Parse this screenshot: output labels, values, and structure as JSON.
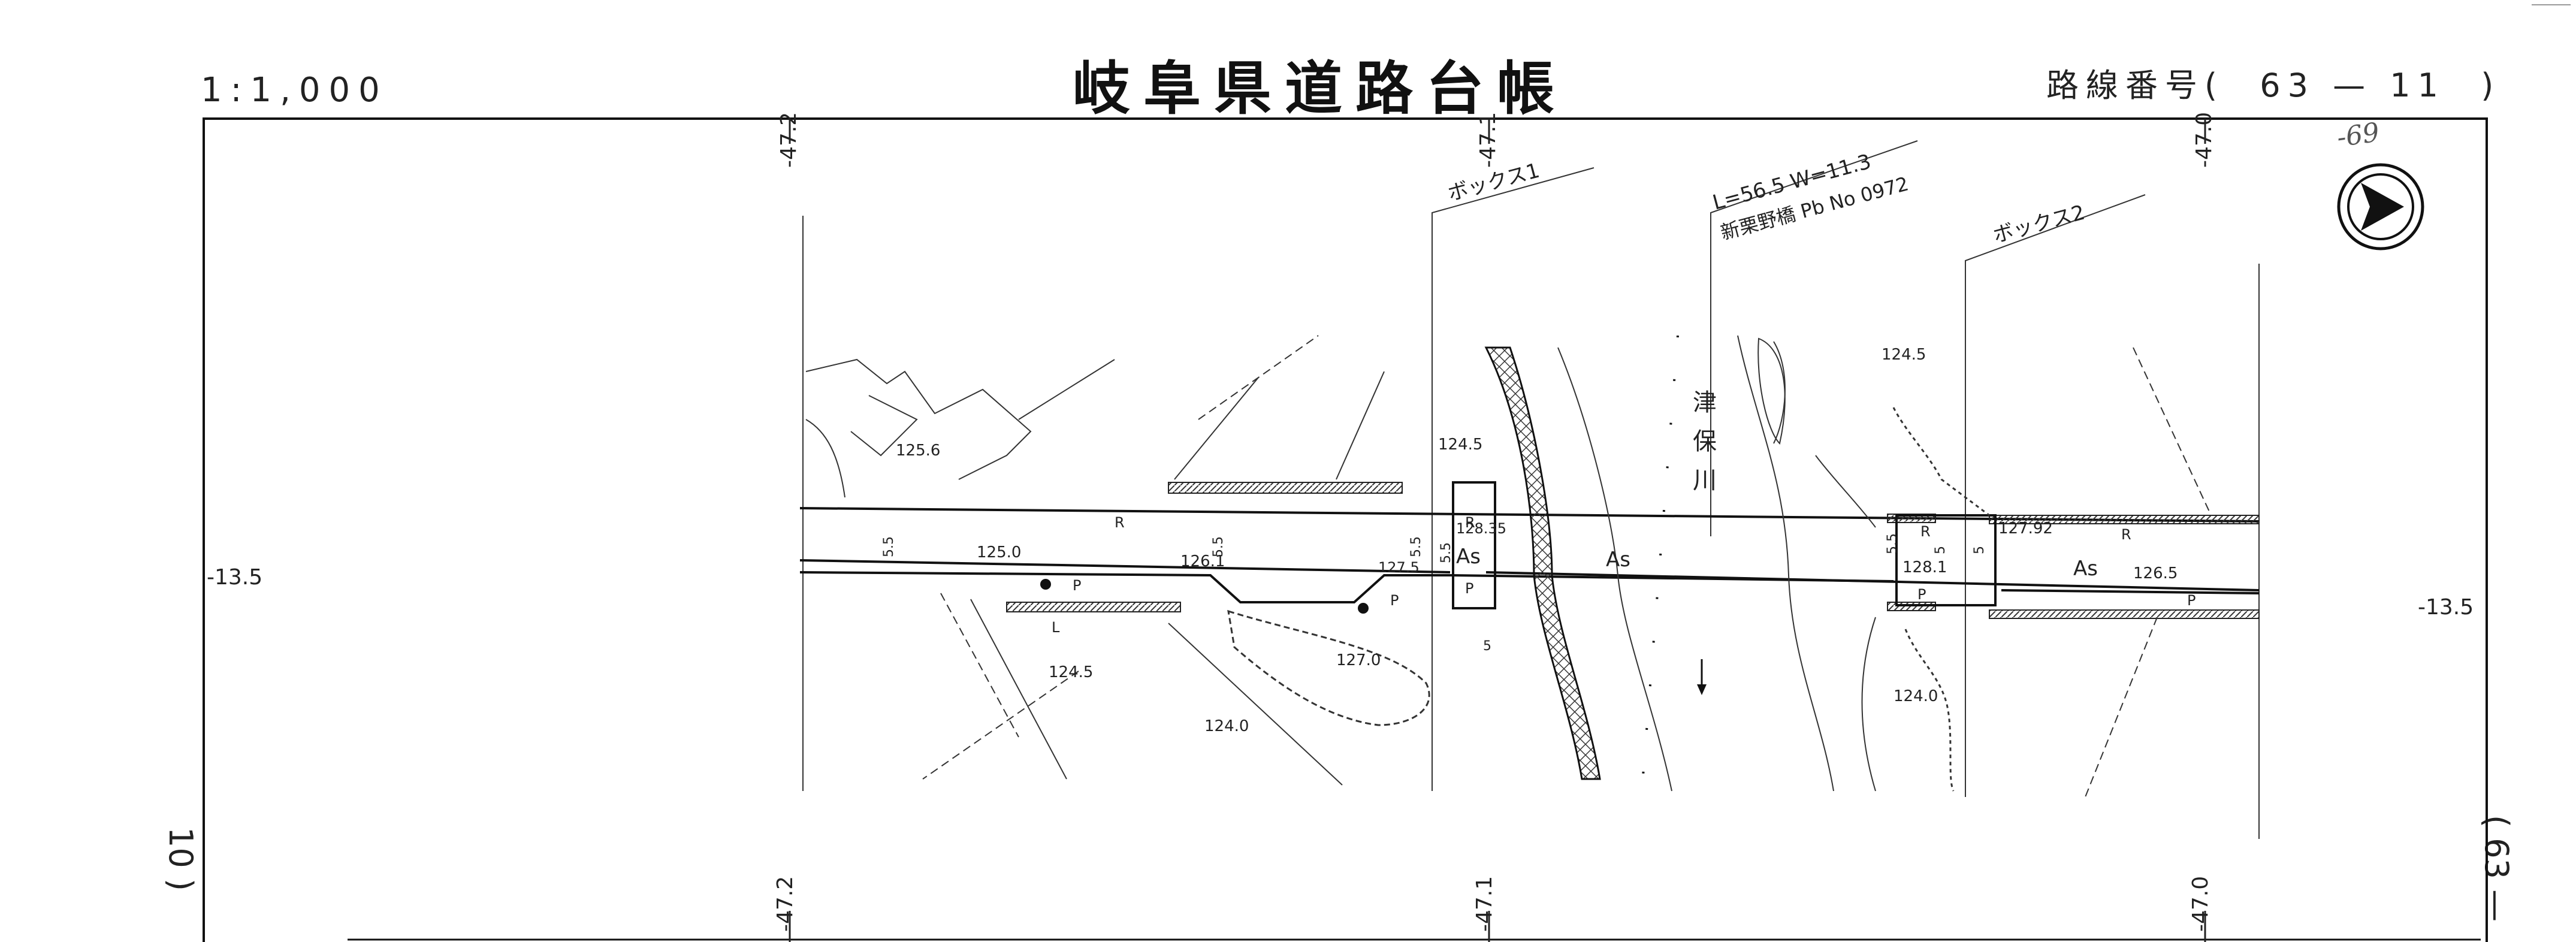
{
  "header": {
    "title": "岐阜県道路台帳",
    "scale": "1:1,000",
    "route_prefix": "路線番号(",
    "route_number": "63 — 11",
    "route_suffix": ")",
    "route_note": "-69"
  },
  "grid": {
    "top_labels": [
      "-47.2",
      "-47.1",
      "-47.0"
    ],
    "bottom_labels": [
      "-47.2",
      "-47.1",
      "-47.0"
    ],
    "left_label": "-13.5",
    "right_label": "-13.5"
  },
  "bridge": {
    "spec": "L=56.5 W=11.3",
    "name_line": "新栗野橋 Pb No 0972"
  },
  "structures": {
    "box1": "ボックス1",
    "box2": "ボックス2"
  },
  "river": {
    "name_chars": [
      "津",
      "保",
      "川"
    ]
  },
  "elevations": [
    "125.6",
    "125.0",
    "126.1",
    "127.5",
    "124.5",
    "128.35",
    "124.5",
    "127.0",
    "124.0",
    "124.5",
    "127.92",
    "128.1",
    "126.5",
    "124.0"
  ],
  "road_labels": {
    "surface": "As",
    "sidewalk": "P",
    "curb": "R",
    "lane_width": "5.5",
    "width_small": "5",
    "lane_mark": "L"
  },
  "side_fragments": {
    "left": "10 )",
    "right": "( 63 —"
  },
  "icons": {
    "north_arrow": "north-arrow-icon"
  }
}
